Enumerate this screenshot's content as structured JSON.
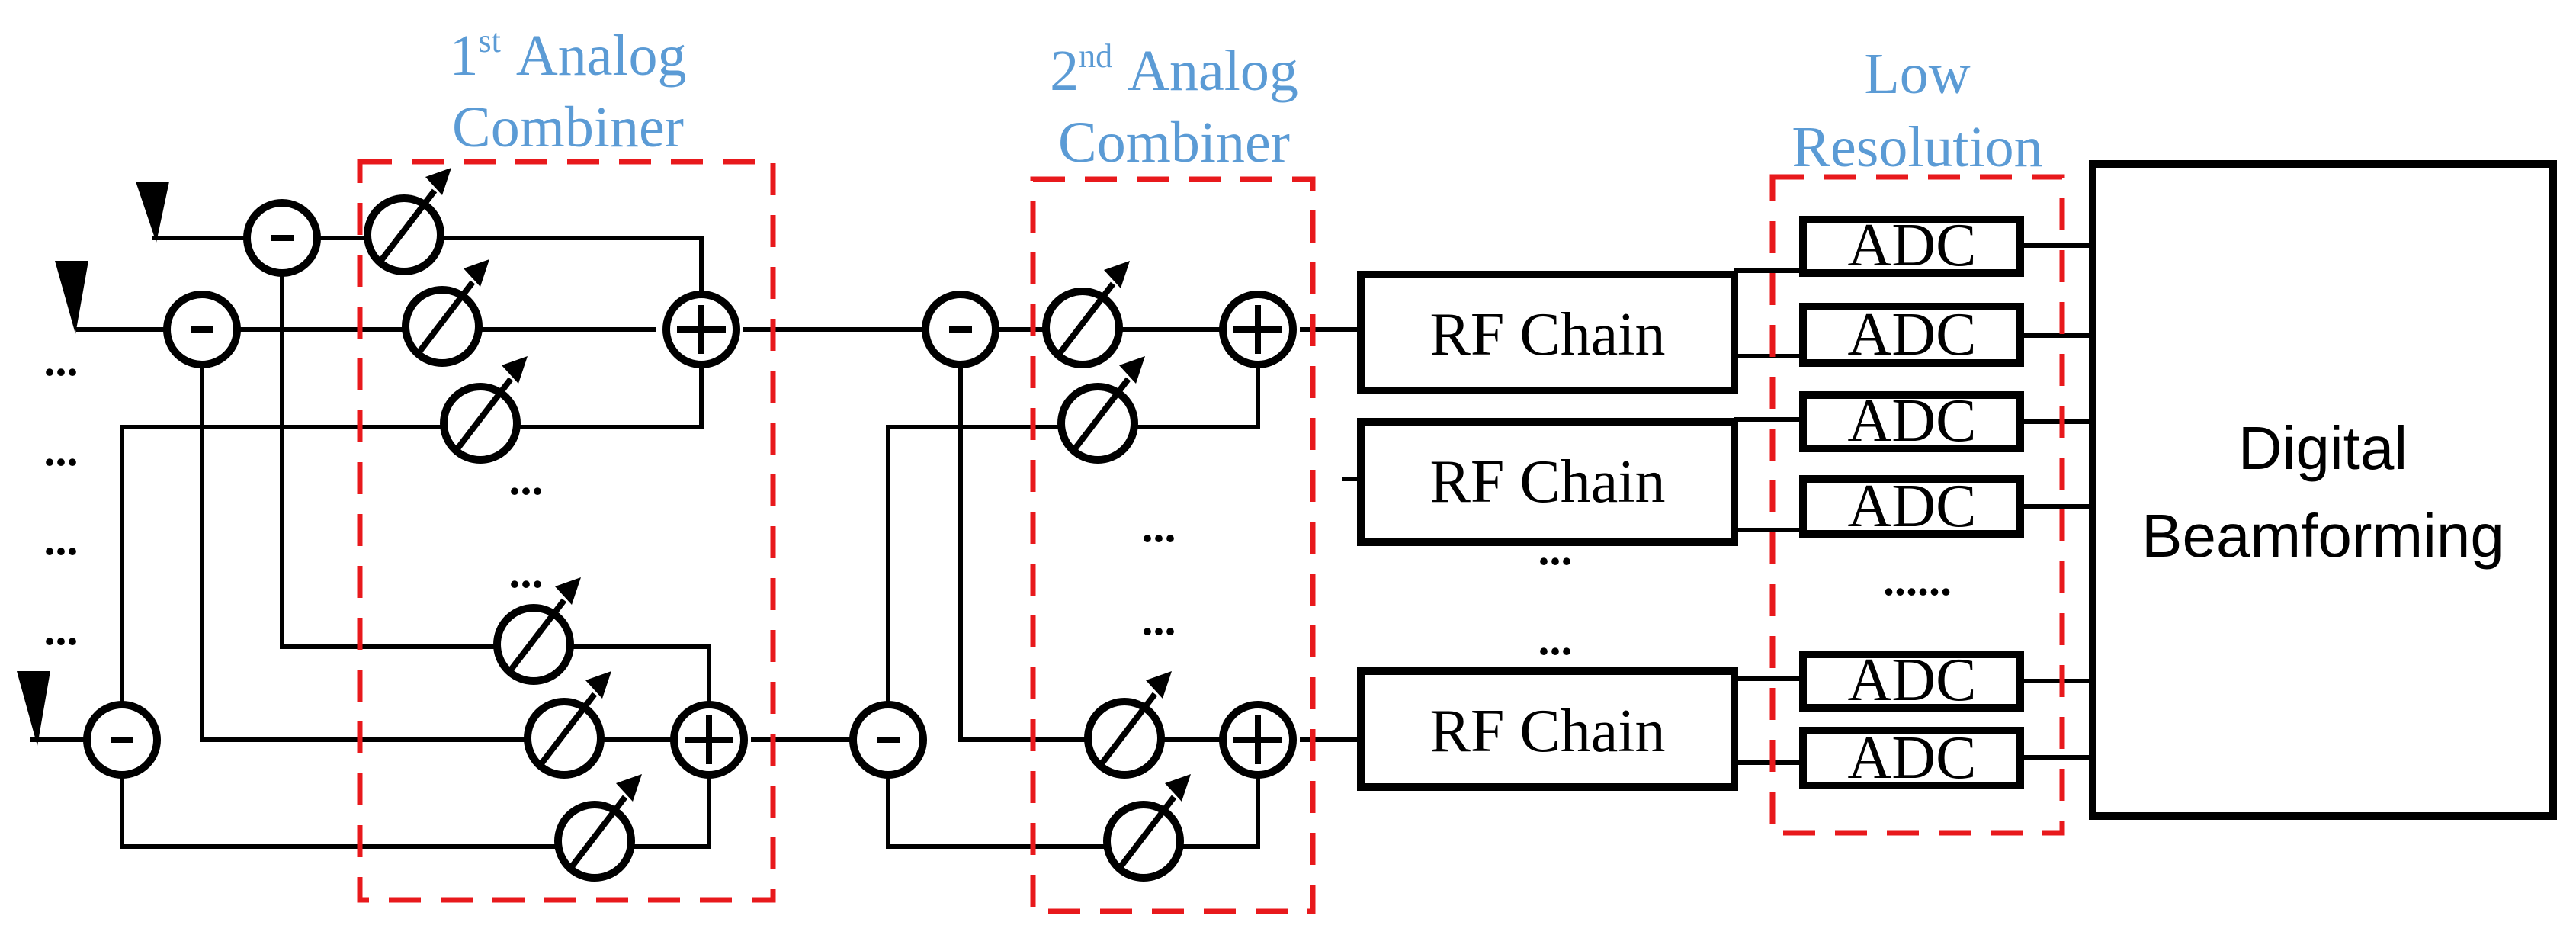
{
  "labels": {
    "combiner1_num": "1",
    "combiner1_sup": "st",
    "combiner1_word": "Analog",
    "combiner1_line2": "Combiner",
    "combiner2_num": "2",
    "combiner2_sup": "nd",
    "combiner2_word": "Analog",
    "combiner2_line2": "Combiner",
    "adc_group_line1": "Low",
    "adc_group_line2": "Resolution",
    "rf_chain": "RF Chain",
    "adc": "ADC",
    "digital_line1": "Digital",
    "digital_line2": "Beamforming",
    "dots_short": "...",
    "dots_long": "......"
  },
  "colors": {
    "label_blue": "#5b9bd5",
    "dashed_red": "#e8191c",
    "line": "#000000"
  },
  "icons": {
    "antenna": "antenna-icon",
    "splitter": "minus-circle-icon",
    "combiner": "plus-circle-icon",
    "phase_shifter": "phase-shifter-icon"
  }
}
